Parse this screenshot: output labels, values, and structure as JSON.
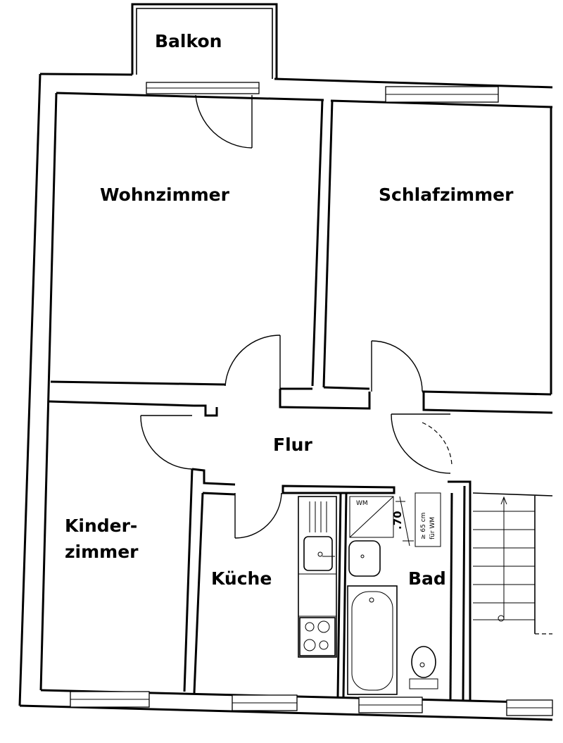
{
  "rooms": {
    "balkon": "Balkon",
    "wohnzimmer": "Wohnzimmer",
    "schlafzimmer": "Schlafzimmer",
    "flur": "Flur",
    "kinderzimmer_line1": "Kinder-",
    "kinderzimmer_line2": "zimmer",
    "kueche": "Küche",
    "bad": "Bad"
  },
  "fixtures": {
    "wm_label": "WM",
    "dimension": ".70",
    "note_line1": "≥ 65 cm",
    "note_line2": "für WM"
  }
}
